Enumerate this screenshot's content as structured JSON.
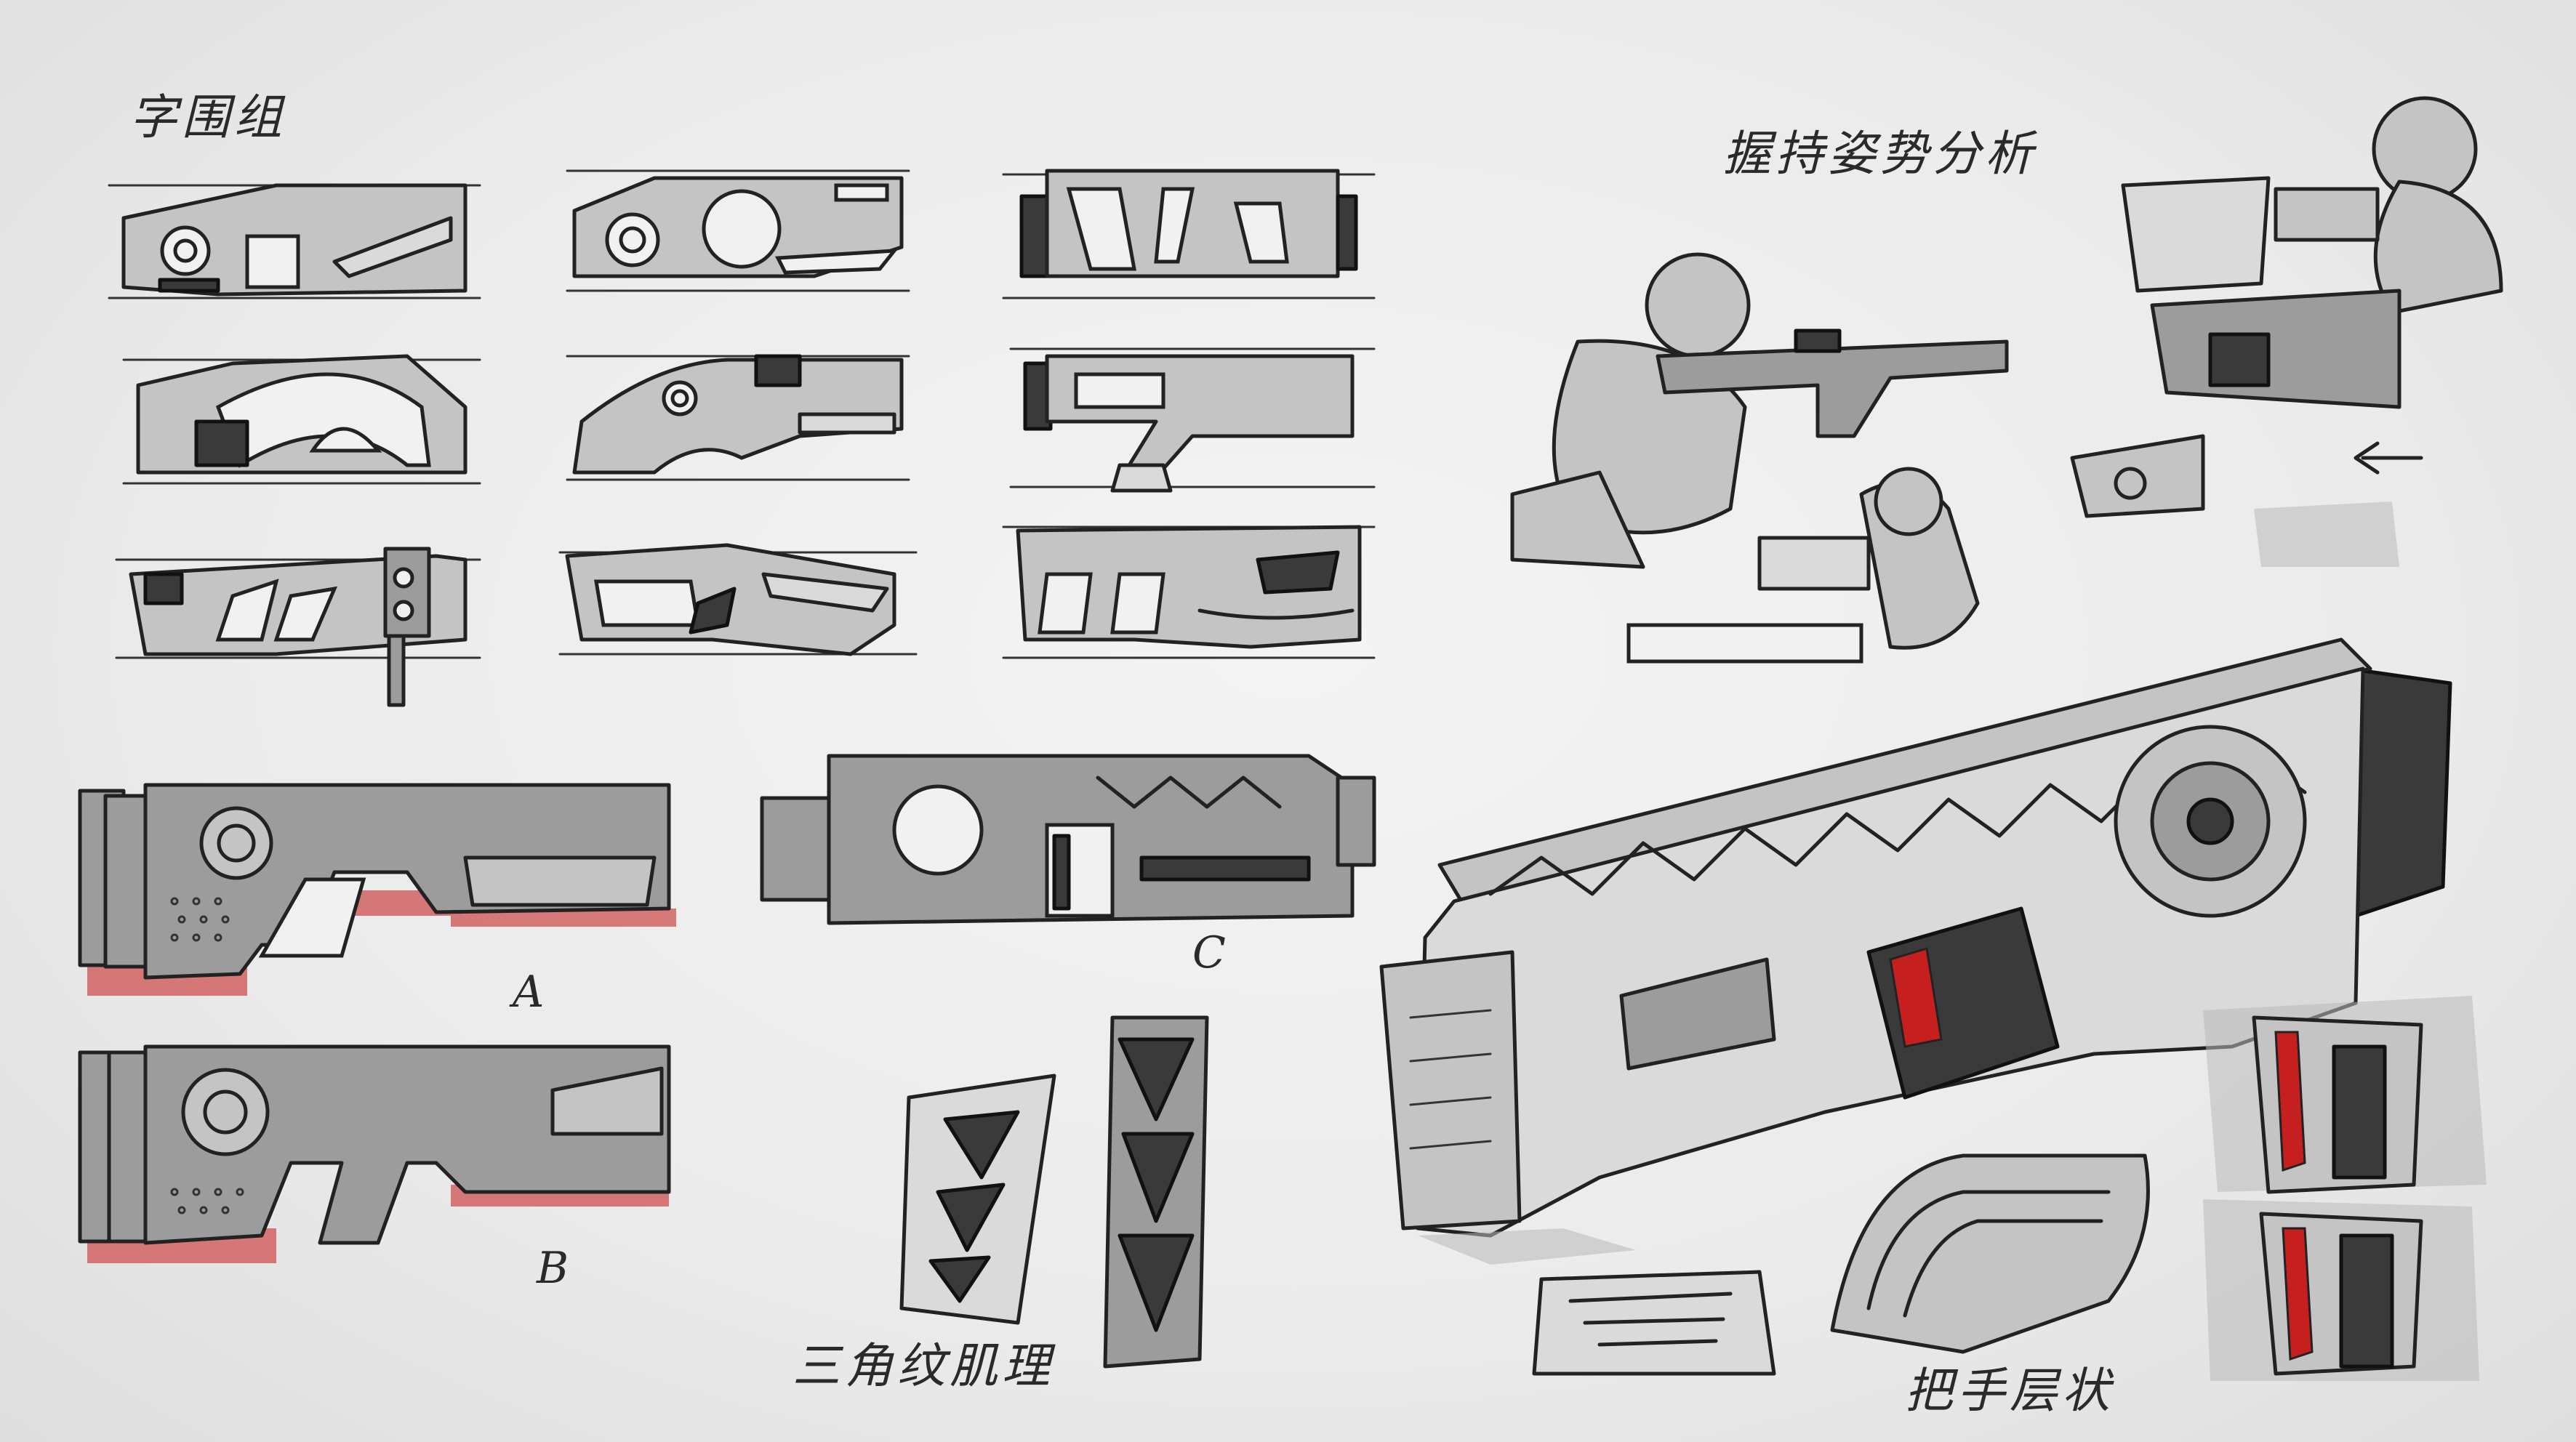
{
  "labels": {
    "outline_group": "字围组",
    "grip_analysis": "握持姿势分析",
    "triangle_texture": "三角纹肌理",
    "grip_layered": "把手层状",
    "variant_a": "A",
    "variant_b": "B",
    "variant_c": "C"
  },
  "colors": {
    "background": "#ececec",
    "ink": "#222222",
    "body_gray": "#9c9c9c",
    "accent_red": "#c61f1f",
    "shadow_red": "#d36a6a"
  }
}
